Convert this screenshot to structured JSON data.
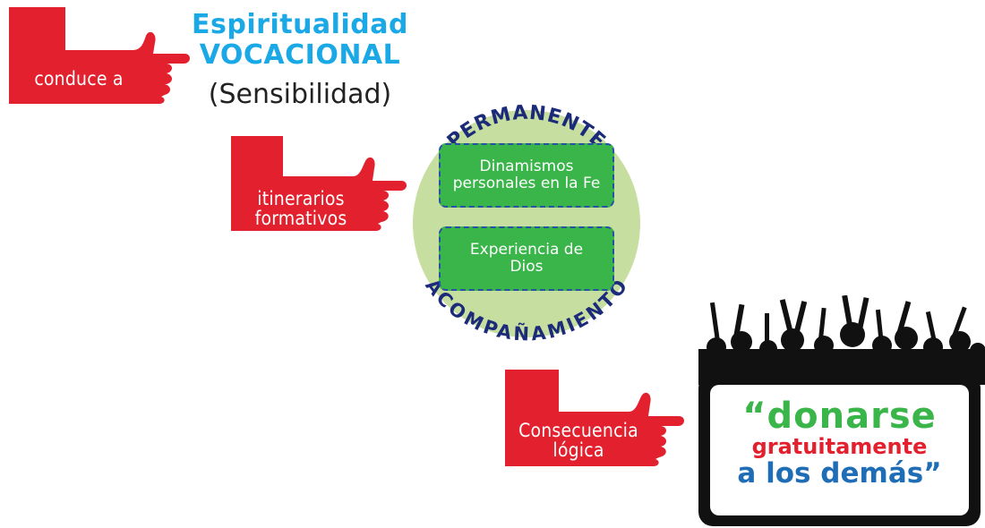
{
  "hands": {
    "top": "conduce a",
    "middle_line1": "itinerarios",
    "middle_line2": "formativos",
    "bottom_line1": "Consecuencia",
    "bottom_line2": "lógica"
  },
  "title": {
    "line1": "Espiritualidad",
    "line2": "VOCACIONAL",
    "line3": "(Sensibilidad)"
  },
  "circle": {
    "arc_top": "PERMANENTE",
    "arc_bottom": "ACOMPAÑAMIENTO",
    "box1_line1": "Dinamismos",
    "box1_line2": "personales en la Fe",
    "box2_line1": "Experiencia de",
    "box2_line2": "Dios"
  },
  "sign": {
    "line1": "“donarse",
    "line2": "gratuitamente",
    "line3": "a los demás”"
  },
  "colors": {
    "hand_red": "#e3202d",
    "title_blue": "#1aa9e6",
    "circle_fill": "#c6dea0",
    "box_green": "#3ab54a",
    "arc_text_navy": "#1c2a7a"
  }
}
